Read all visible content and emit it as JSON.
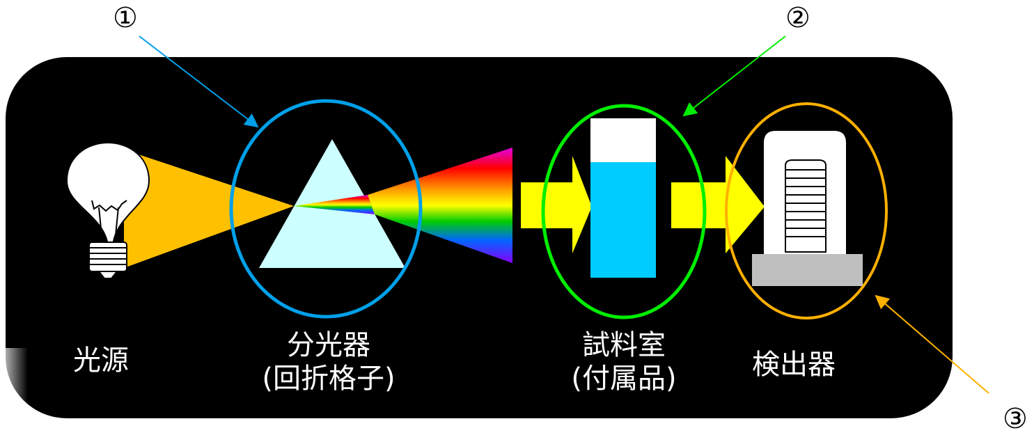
{
  "markers": {
    "one": "①",
    "two": "②",
    "three": "③"
  },
  "labels": {
    "source": "光源",
    "monochromator_line1": "分光器",
    "monochromator_line2": "(回折格子)",
    "sample_line1": "試料室",
    "sample_line2": "(付属品)",
    "detector": "検出器"
  },
  "colors": {
    "background": "#000000",
    "light_beam": "#ffc000",
    "prism": "#ccffff",
    "arrow": "#ffff00",
    "liquid": "#00ccff",
    "circle_monochromator": "#00a0e9",
    "circle_sample": "#00ee00",
    "circle_detector": "#ffb000",
    "detector_base": "#bfbfbf"
  },
  "icons": {
    "source": "light-bulb-icon",
    "monochromator": "prism-icon",
    "sample": "cuvette-icon",
    "detector": "detector-icon"
  }
}
